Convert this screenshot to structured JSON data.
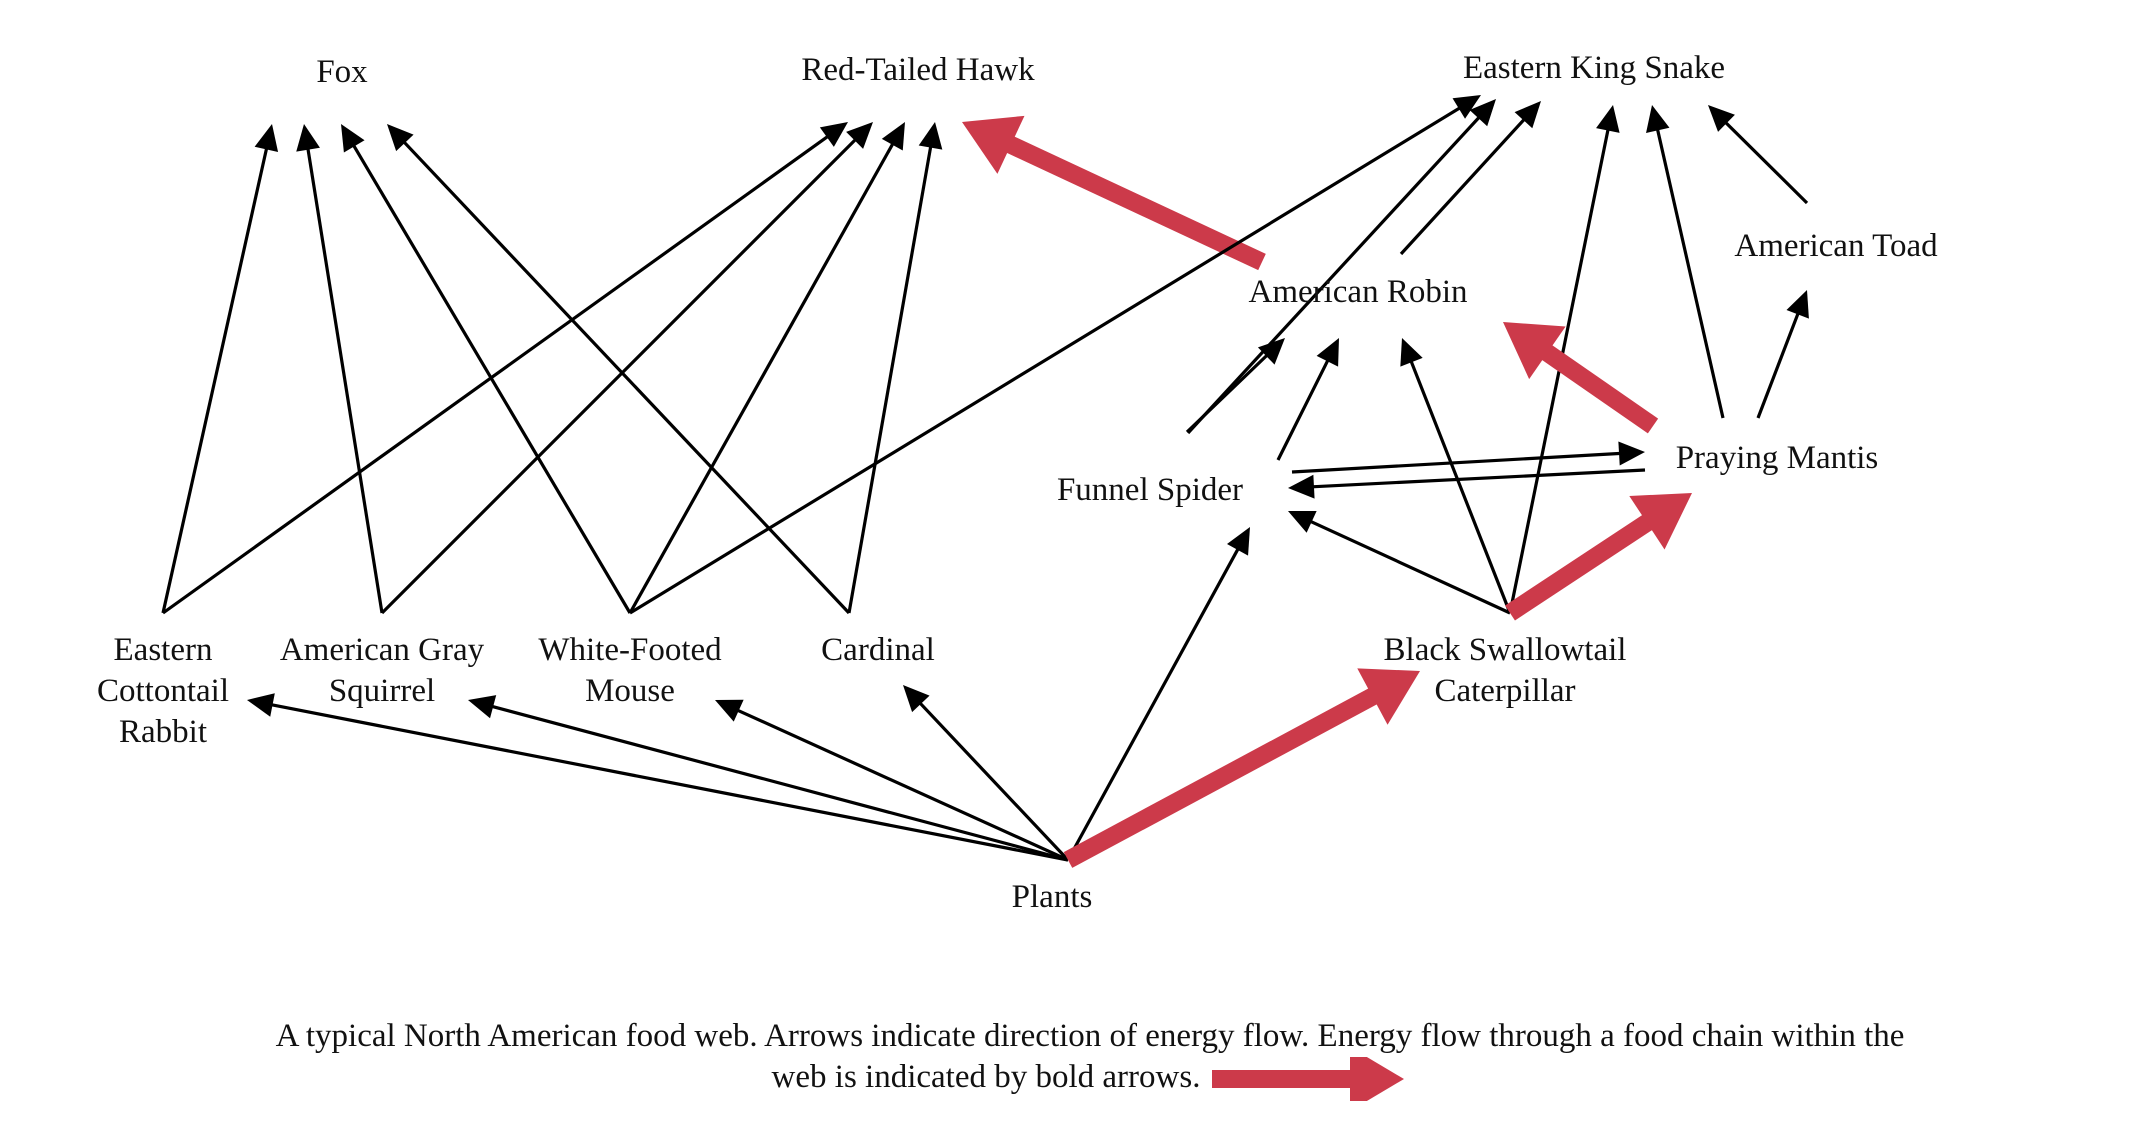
{
  "colors": {
    "normal_arrow": "#000000",
    "bold_arrow": "#cc3a4a",
    "text": "#111111",
    "background": "#ffffff"
  },
  "nodes": [
    {
      "id": "fox",
      "lines": [
        "Fox"
      ]
    },
    {
      "id": "red-tailed-hawk",
      "lines": [
        "Red-Tailed Hawk"
      ]
    },
    {
      "id": "eastern-king-snake",
      "lines": [
        "Eastern King Snake"
      ]
    },
    {
      "id": "american-toad",
      "lines": [
        "American Toad"
      ]
    },
    {
      "id": "american-robin",
      "lines": [
        "American Robin"
      ]
    },
    {
      "id": "praying-mantis",
      "lines": [
        "Praying Mantis"
      ]
    },
    {
      "id": "funnel-spider",
      "lines": [
        "Funnel Spider"
      ]
    },
    {
      "id": "eastern-cottontail-rabbit",
      "lines": [
        "Eastern",
        "Cottontail",
        "Rabbit"
      ]
    },
    {
      "id": "american-gray-squirrel",
      "lines": [
        "American Gray",
        "Squirrel"
      ]
    },
    {
      "id": "white-footed-mouse",
      "lines": [
        "White-Footed",
        "Mouse"
      ]
    },
    {
      "id": "cardinal",
      "lines": [
        "Cardinal"
      ]
    },
    {
      "id": "black-swallowtail-caterpillar",
      "lines": [
        "Black Swallowtail",
        "Caterpillar"
      ]
    },
    {
      "id": "plants",
      "lines": [
        "Plants"
      ]
    }
  ],
  "edges": [
    {
      "from": "eastern-cottontail-rabbit",
      "to": "fox",
      "bold": false
    },
    {
      "from": "american-gray-squirrel",
      "to": "fox",
      "bold": false
    },
    {
      "from": "white-footed-mouse",
      "to": "fox",
      "bold": false
    },
    {
      "from": "cardinal",
      "to": "fox",
      "bold": false
    },
    {
      "from": "eastern-cottontail-rabbit",
      "to": "red-tailed-hawk",
      "bold": false
    },
    {
      "from": "american-gray-squirrel",
      "to": "red-tailed-hawk",
      "bold": false
    },
    {
      "from": "white-footed-mouse",
      "to": "red-tailed-hawk",
      "bold": false
    },
    {
      "from": "cardinal",
      "to": "red-tailed-hawk",
      "bold": false
    },
    {
      "from": "american-robin",
      "to": "red-tailed-hawk",
      "bold": true
    },
    {
      "from": "white-footed-mouse",
      "to": "eastern-king-snake",
      "bold": false
    },
    {
      "from": "funnel-spider",
      "to": "eastern-king-snake",
      "bold": false
    },
    {
      "from": "american-robin",
      "to": "eastern-king-snake",
      "bold": false
    },
    {
      "from": "black-swallowtail-caterpillar",
      "to": "eastern-king-snake",
      "bold": false
    },
    {
      "from": "praying-mantis",
      "to": "eastern-king-snake",
      "bold": false
    },
    {
      "from": "american-toad",
      "to": "eastern-king-snake",
      "bold": false
    },
    {
      "from": "praying-mantis",
      "to": "american-toad",
      "bold": false
    },
    {
      "from": "funnel-spider",
      "to": "american-robin",
      "bold": false
    },
    {
      "from": "funnel-spider",
      "to": "american-robin",
      "bold": false
    },
    {
      "from": "black-swallowtail-caterpillar",
      "to": "american-robin",
      "bold": false
    },
    {
      "from": "praying-mantis",
      "to": "american-robin",
      "bold": true
    },
    {
      "from": "funnel-spider",
      "to": "praying-mantis",
      "bold": false
    },
    {
      "from": "praying-mantis",
      "to": "funnel-spider",
      "bold": false
    },
    {
      "from": "black-swallowtail-caterpillar",
      "to": "funnel-spider",
      "bold": false
    },
    {
      "from": "black-swallowtail-caterpillar",
      "to": "praying-mantis",
      "bold": true
    },
    {
      "from": "plants",
      "to": "eastern-cottontail-rabbit",
      "bold": false
    },
    {
      "from": "plants",
      "to": "american-gray-squirrel",
      "bold": false
    },
    {
      "from": "plants",
      "to": "white-footed-mouse",
      "bold": false
    },
    {
      "from": "plants",
      "to": "cardinal",
      "bold": false
    },
    {
      "from": "plants",
      "to": "funnel-spider",
      "bold": false
    },
    {
      "from": "plants",
      "to": "black-swallowtail-caterpillar",
      "bold": true
    }
  ],
  "caption": {
    "line1": "A typical North American food web.  Arrows indicate direction of energy flow.  Energy flow through a food chain within the",
    "line2": "web is indicated by bold arrows."
  }
}
